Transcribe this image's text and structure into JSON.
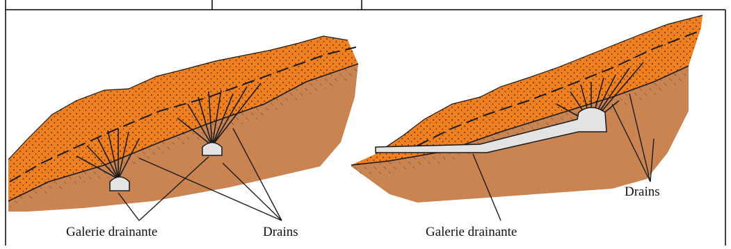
{
  "figure": {
    "left_panel": {
      "label_gallery": "Galerie drainante",
      "label_drains": "Drains"
    },
    "right_panel": {
      "label_gallery": "Galerie drainante",
      "label_drains": "Drains"
    },
    "colors": {
      "permeable_layer": "#f07f1f",
      "substratum": "#c98452",
      "gallery": "#e3e3e3",
      "lines": "#1a1a1a"
    }
  }
}
